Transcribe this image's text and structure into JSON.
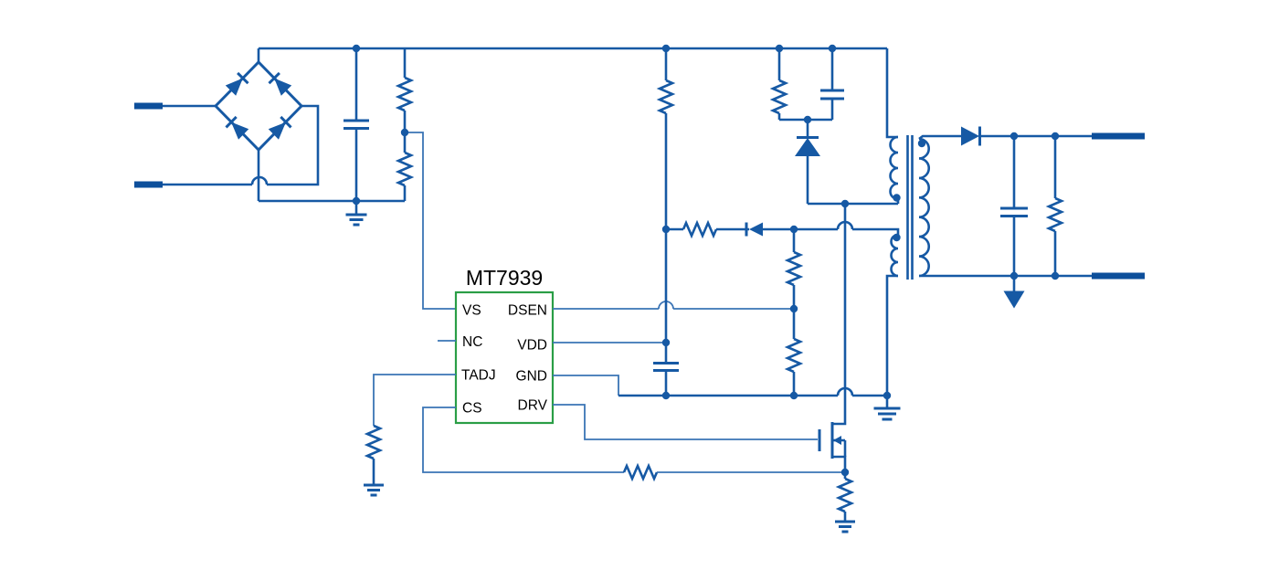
{
  "schematic": {
    "ic": {
      "label": "MT7939",
      "left_pins": [
        "VS",
        "NC",
        "TADJ",
        "CS"
      ],
      "right_pins": [
        "DSEN",
        "VDD",
        "GND",
        "DRV"
      ]
    },
    "components": [
      "ac-input-terminals",
      "bridge-rectifier",
      "bulk-capacitor",
      "input-voltage-divider",
      "startup-resistor",
      "snubber-resistor",
      "snubber-capacitor",
      "clamp-diode",
      "aux-series-resistor",
      "aux-rectifier-diode",
      "dsen-divider-upper-resistor",
      "dsen-divider-lower-resistor",
      "vdd-capacitor",
      "flyback-transformer",
      "power-mosfet",
      "cs-filter-resistor",
      "current-sense-resistor",
      "tadj-resistor",
      "output-rectifier-diode",
      "output-capacitor",
      "output-load-resistor",
      "dc-output-terminals"
    ],
    "transformer_windings": [
      "primary",
      "auxiliary",
      "secondary"
    ],
    "ground_symbols": 5
  },
  "colors": {
    "wire": "#1659a4",
    "wire_light": "#3a74b5",
    "terminal": "#0d4f9b",
    "ic_border": "#2a9e46",
    "ink": "#000000",
    "background": "#ffffff"
  }
}
